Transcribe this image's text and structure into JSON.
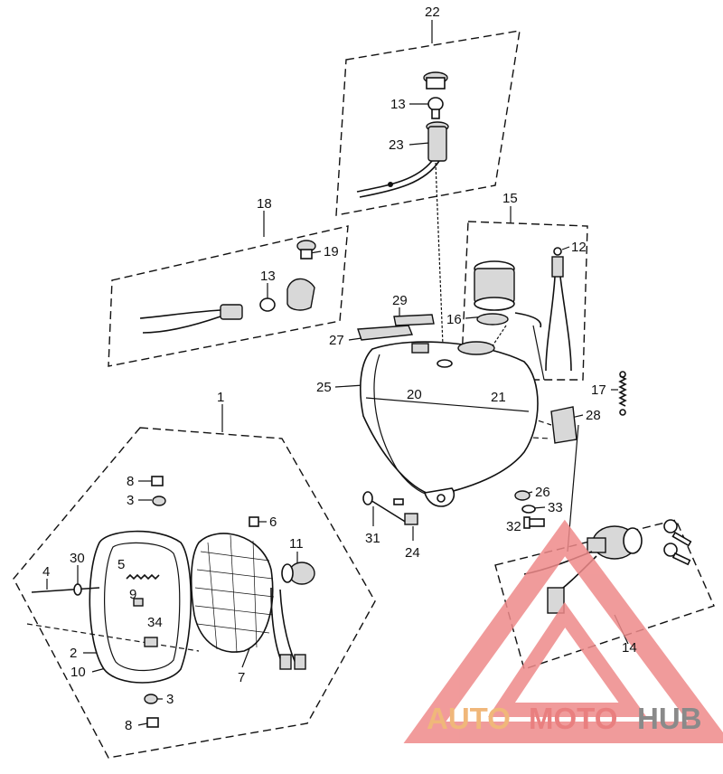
{
  "callouts": [
    {
      "id": "c22a",
      "text": "22"
    },
    {
      "id": "c13a",
      "text": "13"
    },
    {
      "id": "c23",
      "text": "23"
    },
    {
      "id": "c18",
      "text": "18"
    },
    {
      "id": "c19",
      "text": "19"
    },
    {
      "id": "c13b",
      "text": "13"
    },
    {
      "id": "c15",
      "text": "15"
    },
    {
      "id": "c12",
      "text": "12"
    },
    {
      "id": "c29",
      "text": "29"
    },
    {
      "id": "c16",
      "text": "16"
    },
    {
      "id": "c27",
      "text": "27"
    },
    {
      "id": "c25",
      "text": "25"
    },
    {
      "id": "c20",
      "text": "20"
    },
    {
      "id": "c21",
      "text": "21"
    },
    {
      "id": "c17",
      "text": "17"
    },
    {
      "id": "c28",
      "text": "28"
    },
    {
      "id": "c1",
      "text": "1"
    },
    {
      "id": "c8a",
      "text": "8"
    },
    {
      "id": "c3a",
      "text": "3"
    },
    {
      "id": "c6",
      "text": "6"
    },
    {
      "id": "c11",
      "text": "11"
    },
    {
      "id": "c26",
      "text": "26"
    },
    {
      "id": "c33",
      "text": "33"
    },
    {
      "id": "c31",
      "text": "31"
    },
    {
      "id": "c24",
      "text": "24"
    },
    {
      "id": "c32",
      "text": "32"
    },
    {
      "id": "c30",
      "text": "30"
    },
    {
      "id": "c4",
      "text": "4"
    },
    {
      "id": "c5",
      "text": "5"
    },
    {
      "id": "c9",
      "text": "9"
    },
    {
      "id": "c34",
      "text": "34"
    },
    {
      "id": "c2",
      "text": "2"
    },
    {
      "id": "c10",
      "text": "10"
    },
    {
      "id": "c7",
      "text": "7"
    },
    {
      "id": "c14",
      "text": "14"
    },
    {
      "id": "c3b",
      "text": "3"
    },
    {
      "id": "c8b",
      "text": "8"
    }
  ],
  "watermark": {
    "part1": "AUTO",
    "part2": "MOTO",
    "part3": "HUB",
    "colors": {
      "auto": "#f0b77a",
      "moto": "#e97f7f",
      "hub": "#8a8a8a",
      "logo": "#ee8a8a"
    }
  }
}
